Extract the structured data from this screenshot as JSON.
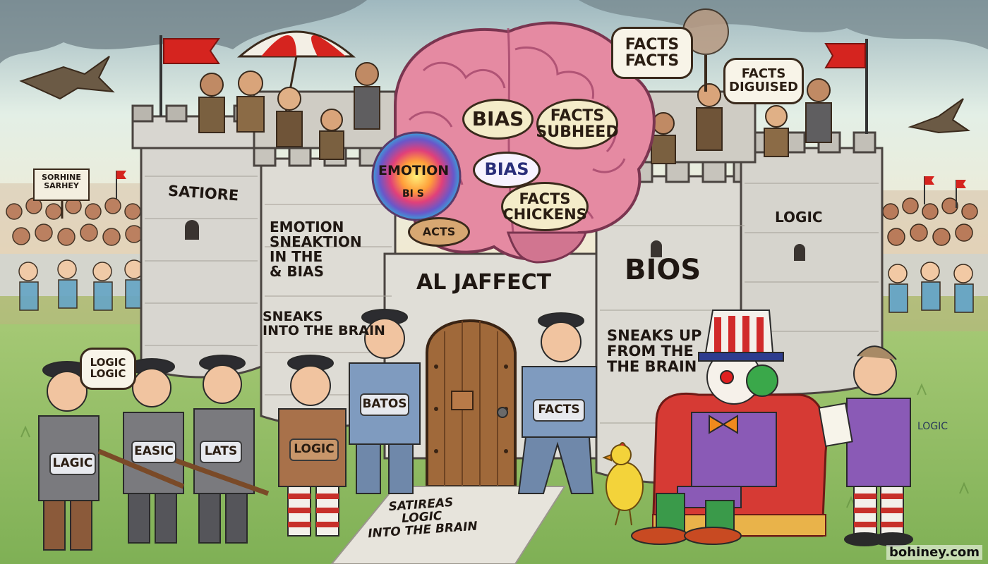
{
  "scene": {
    "castle_wall_labels": {
      "left_tower": "SATIORE",
      "left_inner_tower_top": "EMOTION\nSNEAKTION\nIN THE\n& BIAS",
      "left_inner_tower_bottom": "SNEAKS\nINTO THE BRAIN",
      "gatehouse": "AL JAFFECT",
      "right_tower": "BIOS",
      "right_tower_lower": "SNEAKS UP\nFROM THE\nTHE BRAIN",
      "right_wall": "LOGIC"
    },
    "brain_tags": {
      "emotion": "EMOTION",
      "emotion_sub": "BI S",
      "bias_1": "BIAS",
      "bias_2": "BIAS",
      "facts_subheed": "FACTS\nSUBHEED",
      "facts_chickens": "FACTS\nCHICKENS",
      "acts": "ACTS"
    },
    "speech_bubbles": {
      "facts_facts": "FACTS\nFACTS",
      "facts_disguised": "FACTS\nDIGUISED",
      "logic_logic": "LOGIC\nLOGIC"
    },
    "guard_badges": [
      "LAGIC",
      "EASIC",
      "LATS",
      "LOGIC",
      "BATOS",
      "FACTS"
    ],
    "crowd_sign": "SORHINE\nSARHEY",
    "path_text": "SATIREAS\nLOGIC\nINTO THE BRAIN",
    "grass_text": "LOGIC",
    "watermark": "bohiney.com",
    "colors": {
      "sky": "#cfe7ec",
      "grass": "#9cc56b",
      "stone": "#d6d5d0",
      "brain": "#e58aa2",
      "door": "#a0693a",
      "flag": "#d5241f"
    }
  }
}
